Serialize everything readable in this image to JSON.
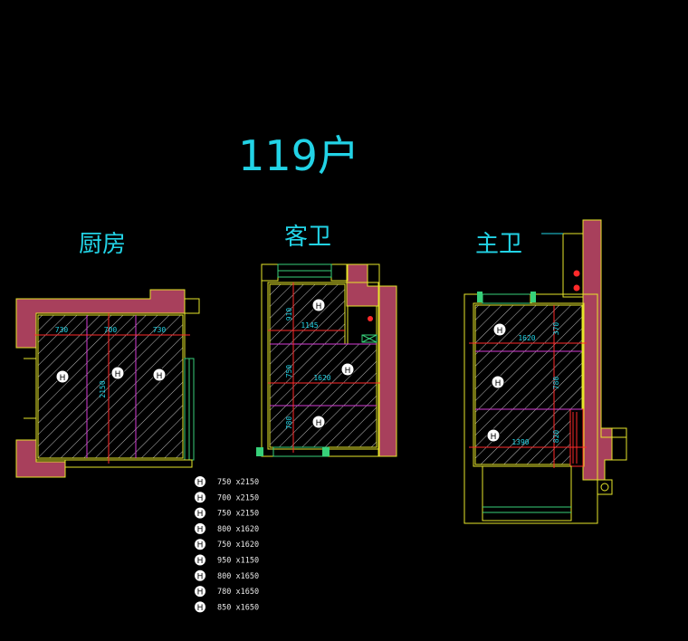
{
  "drawing": {
    "title": "119户",
    "kitchen_label": "厨房",
    "guest_bath_label": "客卫",
    "master_bath_label": "主卫"
  },
  "kitchen": {
    "dim_a": "730",
    "dim_b": "700",
    "dim_c": "730",
    "dim_height": "2150"
  },
  "guest_bath": {
    "dim_top": "910",
    "dim_width_top": "1145",
    "dim_mid": "750",
    "dim_width": "1620",
    "dim_bottom": "780"
  },
  "master_bath": {
    "dim_width": "1620",
    "dim_top": "370",
    "dim_mid": "780",
    "dim_bottom": "820",
    "dim_width_bottom": "1390"
  },
  "legend": [
    {
      "code": "H",
      "size": "750 x2150"
    },
    {
      "code": "H",
      "size": "700 x2150"
    },
    {
      "code": "H",
      "size": "750 x2150"
    },
    {
      "code": "H",
      "size": "800 x1620"
    },
    {
      "code": "H",
      "size": "750 x1620"
    },
    {
      "code": "H",
      "size": "950 x1150"
    },
    {
      "code": "H",
      "size": "800 x1650"
    },
    {
      "code": "H",
      "size": "780 x1650"
    },
    {
      "code": "H",
      "size": "850 x1650"
    }
  ],
  "colors": {
    "wall": "#a8405c",
    "outline": "#e6e62a",
    "hatch": "#d8d8d8",
    "text": "#22d3e6",
    "axis_red": "#ff2a2a",
    "axis_magenta": "#d53bd5",
    "window_green": "#37d17a"
  }
}
